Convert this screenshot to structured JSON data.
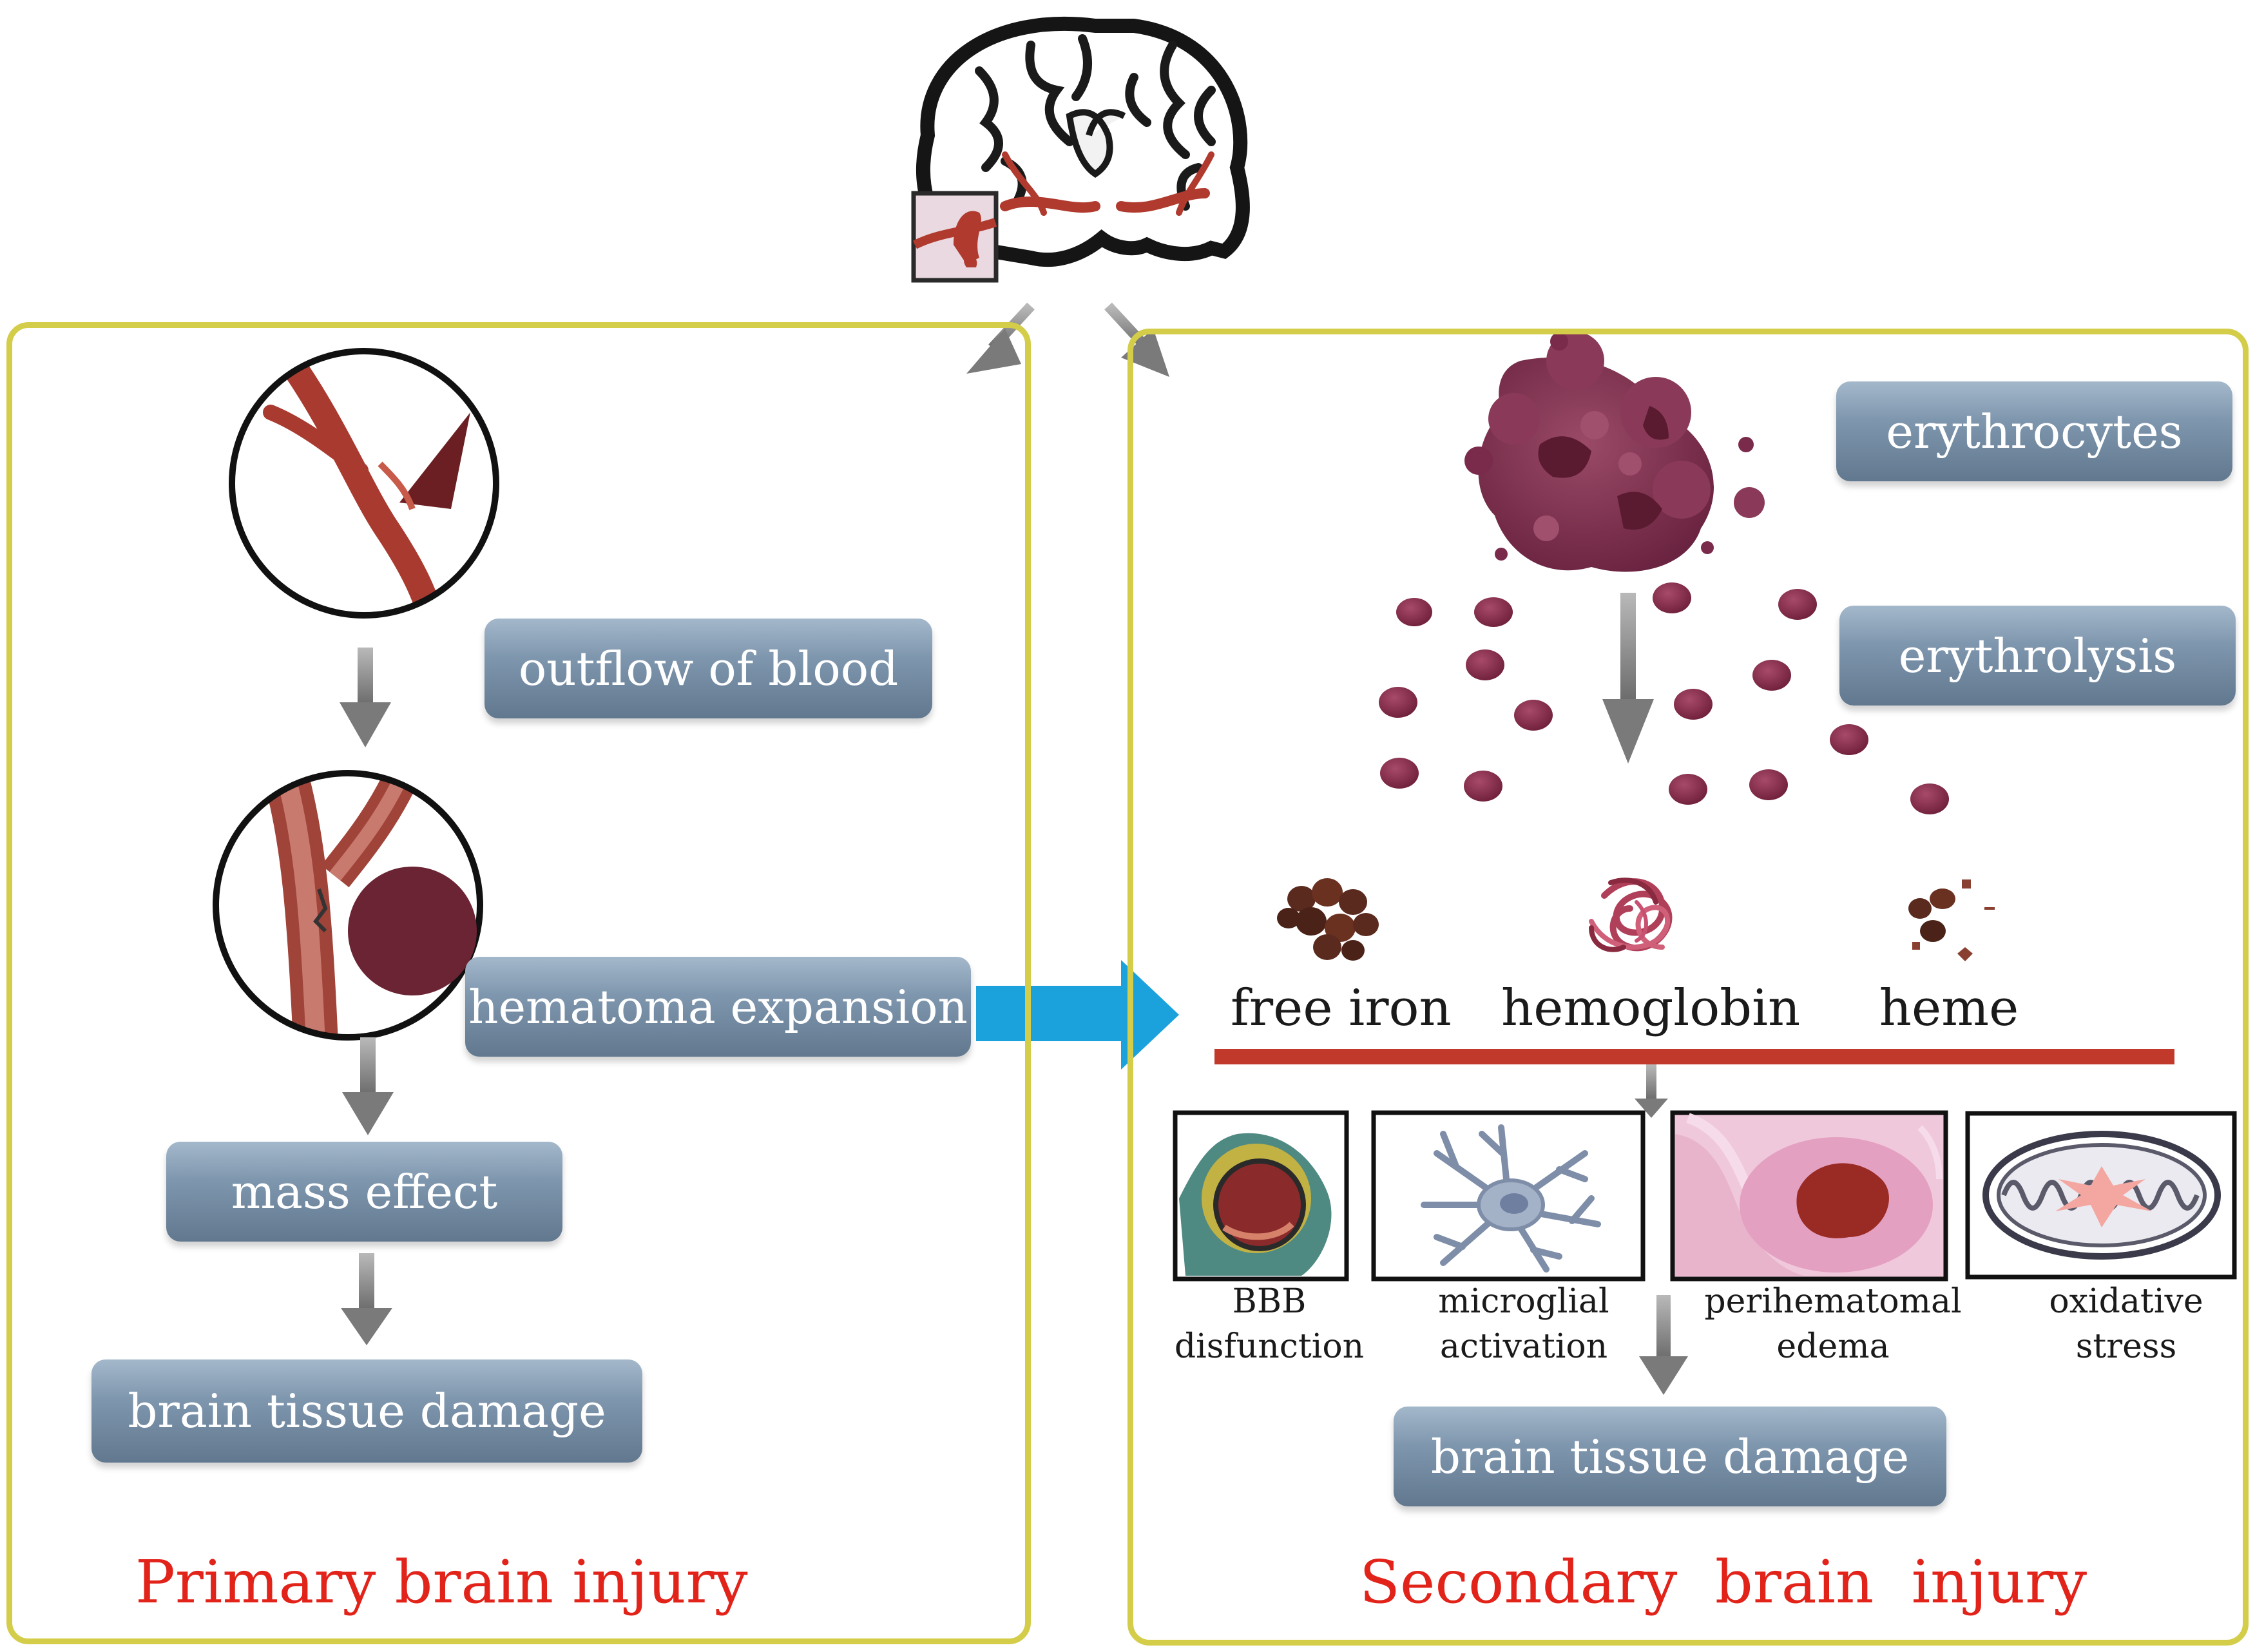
{
  "primary": {
    "title": "Primary brain injury",
    "boxes": {
      "outflow": "outflow of blood",
      "hematoma": "hematoma expansion",
      "mass": "mass effect",
      "damage": "brain tissue damage"
    }
  },
  "secondary": {
    "title": "Secondary  brain  injury",
    "boxes": {
      "erythrocytes": "erythrocytes",
      "erythrolysis": "erythrolysis",
      "damage": "brain tissue damage"
    },
    "products": {
      "free_iron": "free iron",
      "hemoglobin": "hemoglobin",
      "heme": "heme"
    },
    "effects": {
      "bbb_l1": "BBB",
      "bbb_l2": "disfunction",
      "microglial_l1": "microglial",
      "microglial_l2": "activation",
      "edema_l1": "perihematomal",
      "edema_l2": "edema",
      "oxidative_l1": "oxidative",
      "oxidative_l2": "stress"
    }
  },
  "colors": {
    "panel_border": "#d3cd4a",
    "title": "#e2231a",
    "blood": "#b03a2e",
    "erythrocyte": "#7a2540",
    "big_arrow": "#1ba1db",
    "divider": "#c0392b"
  }
}
